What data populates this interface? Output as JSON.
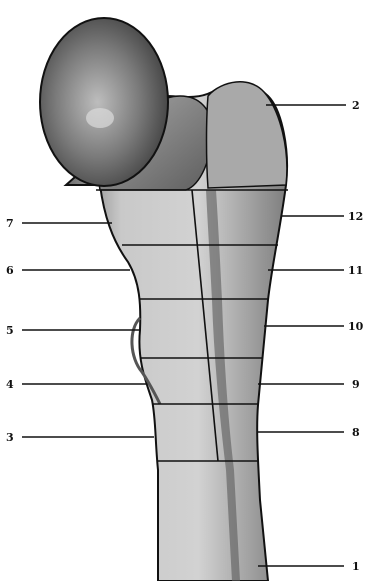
{
  "figure": {
    "labels": [
      {
        "id": "2",
        "text": "2"
      },
      {
        "id": "7",
        "text": "7"
      },
      {
        "id": "12",
        "text": "12"
      },
      {
        "id": "6",
        "text": "6"
      },
      {
        "id": "11",
        "text": "11"
      },
      {
        "id": "5",
        "text": "5"
      },
      {
        "id": "10",
        "text": "10"
      },
      {
        "id": "4",
        "text": "4"
      },
      {
        "id": "9",
        "text": "9"
      },
      {
        "id": "3",
        "text": "3"
      },
      {
        "id": "8",
        "text": "8"
      },
      {
        "id": "1",
        "text": "1"
      }
    ],
    "colors": {
      "bone_light": "#d6d6d6",
      "bone_mid": "#9a9a9a",
      "bone_dark": "#3a3a3a",
      "outline": "#111111",
      "lines": "#111111"
    }
  }
}
